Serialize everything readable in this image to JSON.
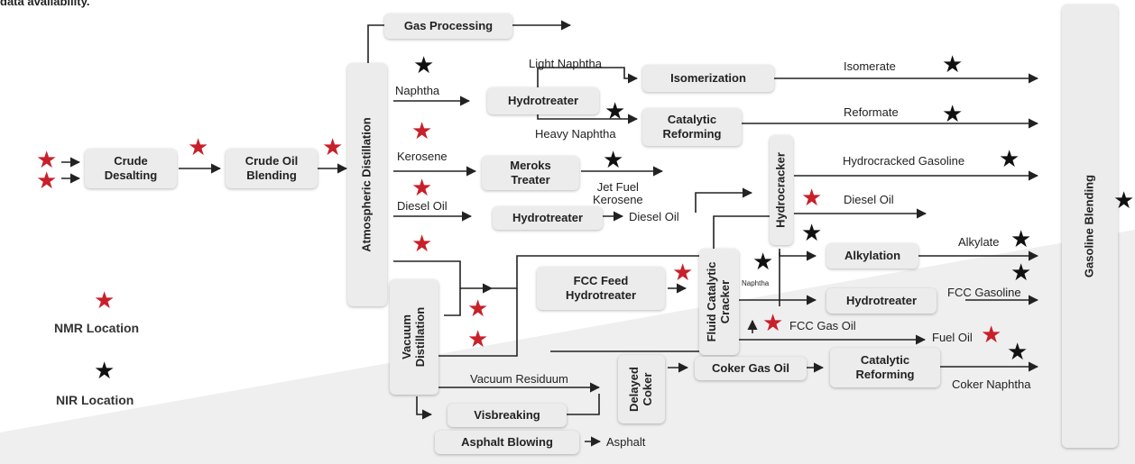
{
  "header_text": "data availability.",
  "colors": {
    "nmr": "#c8202a",
    "nir": "#111111",
    "box": "#ececec",
    "line": "#222222"
  },
  "units": {
    "crude_desalting": "Crude\nDesalting",
    "crude_oil_blending": "Crude Oil\nBlending",
    "atmospheric_distillation": "Atmospheric Distillation",
    "gas_processing": "Gas Processing",
    "hydrotreater_naphtha": "Hydrotreater",
    "isomerization": "Isomerization",
    "catalytic_reforming_top": "Catalytic\nReforming",
    "meroks_treater": "Meroks\nTreater",
    "hydrotreater_diesel": "Hydrotreater",
    "hydrocracker": "Hydrocracker",
    "fcc_feed_hydrotreater": "FCC Feed\nHydrotreater",
    "fluid_catalytic_cracker": "Fluid Catalytic\nCracker",
    "alkylation": "Alkylation",
    "hydrotreater_fcc": "Hydrotreater",
    "vacuum_distillation": "Vacuum\nDistillation",
    "delayed_coker": "Delayed\nCoker",
    "coker_gas_oil": "Coker Gas Oil",
    "catalytic_reforming_bottom": "Catalytic\nReforming",
    "visbreaking": "Visbreaking",
    "asphalt_blowing": "Asphalt Blowing",
    "gasoline_blending": "Gasoline Blending"
  },
  "streams": {
    "naphtha": "Naphtha",
    "kerosene": "Kerosene",
    "diesel_oil_left": "Diesel Oil",
    "light_naphtha": "Light Naphtha",
    "heavy_naphtha": "Heavy Naphtha",
    "isomerate": "Isomerate",
    "reformate": "Reformate",
    "jet_fuel_kerosene": "Jet Fuel\nKerosene",
    "diesel_oil_mid": "Diesel Oil",
    "hydrocracked_gasoline": "Hydrocracked Gasoline",
    "diesel_oil_right": "Diesel Oil",
    "alkylate": "Alkylate",
    "naphtha_small": "Naphtha",
    "fcc_gasoline": "FCC Gasoline",
    "fcc_gas_oil": "FCC Gas Oil",
    "fuel_oil": "Fuel Oil",
    "vacuum_residuum": "Vacuum Residuum",
    "coker_naphtha": "Coker Naphtha",
    "asphalt": "Asphalt"
  },
  "legend": {
    "star_glyph": "★",
    "nmr_label": "NMR Location",
    "nir_label": "NIR Location"
  }
}
